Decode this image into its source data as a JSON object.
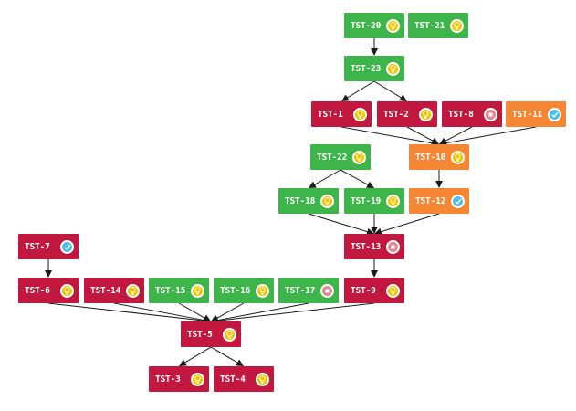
{
  "colors": {
    "green": "#3db54a",
    "red": "#c2173e",
    "orange": "#f58634",
    "status_yellow": "#f2c500",
    "status_pink": "#df8890",
    "status_blue": "#4ebfe8"
  },
  "nodes": [
    {
      "id": "TST-20",
      "label": "TST-20",
      "color": "green",
      "status_icon": "lightbulb-icon"
    },
    {
      "id": "TST-21",
      "label": "TST-21",
      "color": "green",
      "status_icon": "lightbulb-icon"
    },
    {
      "id": "TST-23",
      "label": "TST-23",
      "color": "green",
      "status_icon": "lightbulb-icon"
    },
    {
      "id": "TST-1",
      "label": "TST-1",
      "color": "red",
      "status_icon": "lightbulb-icon"
    },
    {
      "id": "TST-2",
      "label": "TST-2",
      "color": "red",
      "status_icon": "lightbulb-icon"
    },
    {
      "id": "TST-8",
      "label": "TST-8",
      "color": "red",
      "status_icon": "stop-icon"
    },
    {
      "id": "TST-11",
      "label": "TST-11",
      "color": "orange",
      "status_icon": "check-icon"
    },
    {
      "id": "TST-10",
      "label": "TST-10",
      "color": "orange",
      "status_icon": "lightbulb-icon"
    },
    {
      "id": "TST-22",
      "label": "TST-22",
      "color": "green",
      "status_icon": "lightbulb-icon"
    },
    {
      "id": "TST-18",
      "label": "TST-18",
      "color": "green",
      "status_icon": "lightbulb-icon"
    },
    {
      "id": "TST-19",
      "label": "TST-19",
      "color": "green",
      "status_icon": "lightbulb-icon"
    },
    {
      "id": "TST-12",
      "label": "TST-12",
      "color": "orange",
      "status_icon": "check-icon"
    },
    {
      "id": "TST-7",
      "label": "TST-7",
      "color": "red",
      "status_icon": "check-icon"
    },
    {
      "id": "TST-13",
      "label": "TST-13",
      "color": "red",
      "status_icon": "stop-icon"
    },
    {
      "id": "TST-6",
      "label": "TST-6",
      "color": "red",
      "status_icon": "lightbulb-icon"
    },
    {
      "id": "TST-14",
      "label": "TST-14",
      "color": "red",
      "status_icon": "lightbulb-icon"
    },
    {
      "id": "TST-15",
      "label": "TST-15",
      "color": "green",
      "status_icon": "lightbulb-icon"
    },
    {
      "id": "TST-16",
      "label": "TST-16",
      "color": "green",
      "status_icon": "lightbulb-icon"
    },
    {
      "id": "TST-17",
      "label": "TST-17",
      "color": "green",
      "status_icon": "stop-icon"
    },
    {
      "id": "TST-9",
      "label": "TST-9",
      "color": "red",
      "status_icon": "lightbulb-icon"
    },
    {
      "id": "TST-5",
      "label": "TST-5",
      "color": "red",
      "status_icon": "lightbulb-icon"
    },
    {
      "id": "TST-3",
      "label": "TST-3",
      "color": "red",
      "status_icon": "lightbulb-icon"
    },
    {
      "id": "TST-4",
      "label": "TST-4",
      "color": "red",
      "status_icon": "lightbulb-icon"
    }
  ],
  "edges": [
    {
      "from": "TST-20",
      "to": "TST-23"
    },
    {
      "from": "TST-23",
      "to": "TST-1"
    },
    {
      "from": "TST-23",
      "to": "TST-2"
    },
    {
      "from": "TST-1",
      "to": "TST-10"
    },
    {
      "from": "TST-2",
      "to": "TST-10"
    },
    {
      "from": "TST-8",
      "to": "TST-10"
    },
    {
      "from": "TST-11",
      "to": "TST-10"
    },
    {
      "from": "TST-10",
      "to": "TST-12"
    },
    {
      "from": "TST-22",
      "to": "TST-18"
    },
    {
      "from": "TST-22",
      "to": "TST-19"
    },
    {
      "from": "TST-18",
      "to": "TST-13"
    },
    {
      "from": "TST-19",
      "to": "TST-13"
    },
    {
      "from": "TST-12",
      "to": "TST-13"
    },
    {
      "from": "TST-13",
      "to": "TST-9"
    },
    {
      "from": "TST-7",
      "to": "TST-6"
    },
    {
      "from": "TST-6",
      "to": "TST-5"
    },
    {
      "from": "TST-14",
      "to": "TST-5"
    },
    {
      "from": "TST-15",
      "to": "TST-5"
    },
    {
      "from": "TST-16",
      "to": "TST-5"
    },
    {
      "from": "TST-17",
      "to": "TST-5"
    },
    {
      "from": "TST-9",
      "to": "TST-5"
    },
    {
      "from": "TST-5",
      "to": "TST-3"
    },
    {
      "from": "TST-5",
      "to": "TST-4"
    }
  ]
}
